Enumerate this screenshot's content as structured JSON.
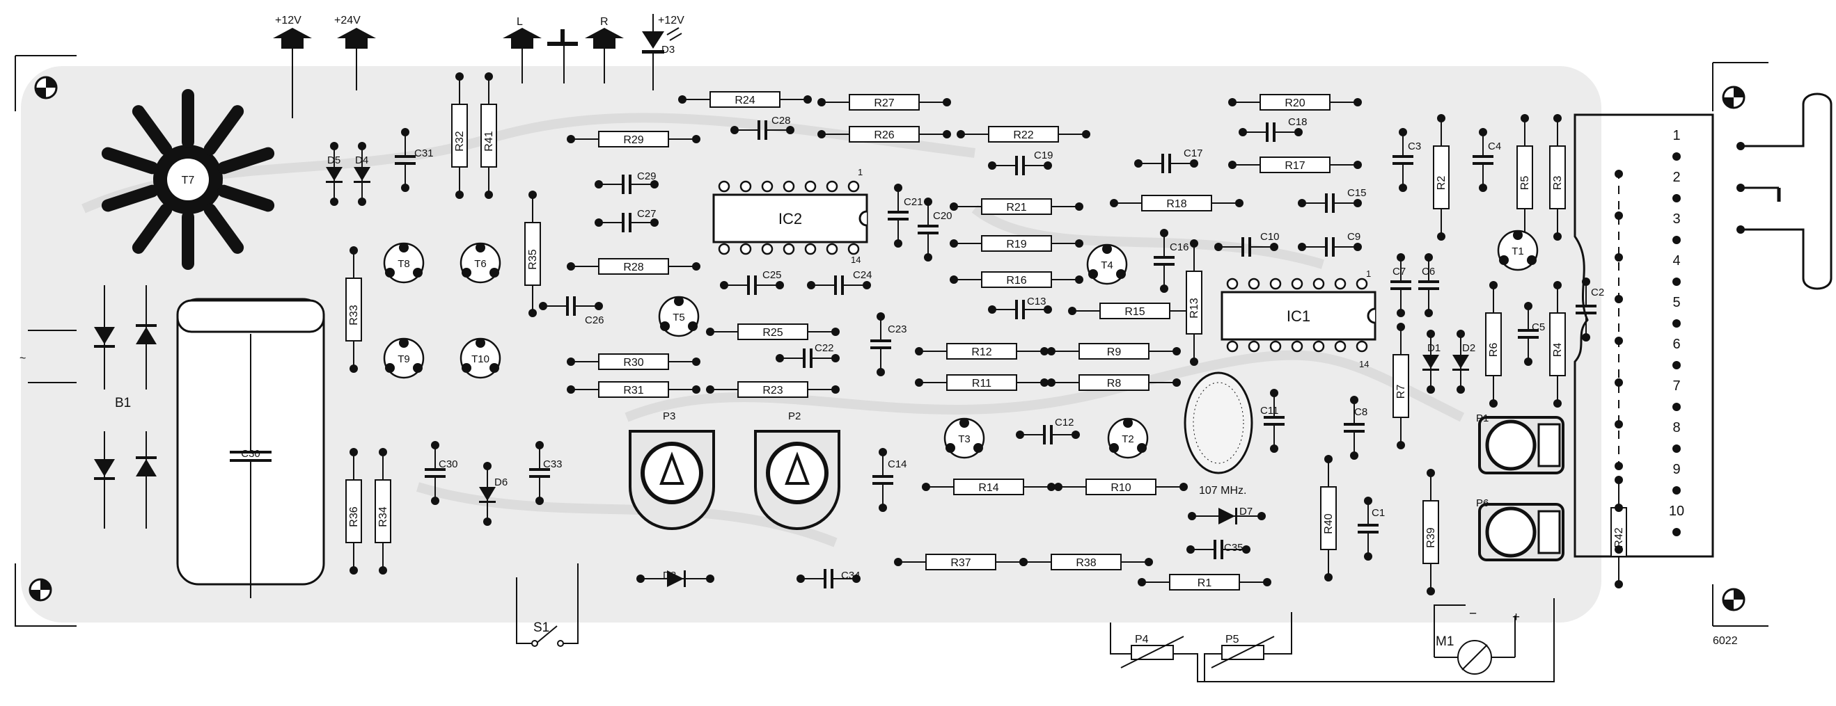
{
  "supply_labels": {
    "v12": "+12V",
    "v24": "+24V",
    "left": "L",
    "right": "R",
    "led_v12": "+12V"
  },
  "board_code": "6022",
  "crystal_freq": "107 MHz.",
  "connector_pins": [
    "1",
    "2",
    "3",
    "4",
    "5",
    "6",
    "7",
    "8",
    "9",
    "10"
  ],
  "switch_label": "S1",
  "meter_label": "M1",
  "bridge_label": "B1",
  "ac_symbol": "~",
  "resistors": [
    "R1",
    "R2",
    "R3",
    "R4",
    "R5",
    "R6",
    "R7",
    "R8",
    "R9",
    "R10",
    "R11",
    "R12",
    "R13",
    "R14",
    "R15",
    "R16",
    "R17",
    "R18",
    "R19",
    "R20",
    "R21",
    "R22",
    "R23",
    "R24",
    "R25",
    "R26",
    "R27",
    "R28",
    "R29",
    "R30",
    "R31",
    "R32",
    "R33",
    "R34",
    "R35",
    "R36",
    "R37",
    "R38",
    "R39",
    "R40",
    "R41",
    "R42"
  ],
  "capacitors": [
    "C1",
    "C2",
    "C3",
    "C4",
    "C5",
    "C6",
    "C7",
    "C8",
    "C9",
    "C10",
    "C11",
    "C12",
    "C13",
    "C14",
    "C15",
    "C16",
    "C17",
    "C18",
    "C19",
    "C20",
    "C21",
    "C22",
    "C23",
    "C24",
    "C25",
    "C26",
    "C27",
    "C28",
    "C29",
    "C30",
    "C31",
    "C32",
    "C33",
    "C34",
    "C35"
  ],
  "transistors": [
    "T1",
    "T2",
    "T3",
    "T4",
    "T5",
    "T6",
    "T7",
    "T8",
    "T9",
    "T10"
  ],
  "diodes": [
    "D1",
    "D2",
    "D3",
    "D4",
    "D5",
    "D6",
    "D7",
    "D8"
  ],
  "pots": [
    "P1",
    "P2",
    "P3",
    "P4",
    "P5",
    "P6"
  ],
  "ics": [
    "IC1",
    "IC2"
  ],
  "ic_pins": {
    "pin1": "1",
    "pin14": "14"
  }
}
